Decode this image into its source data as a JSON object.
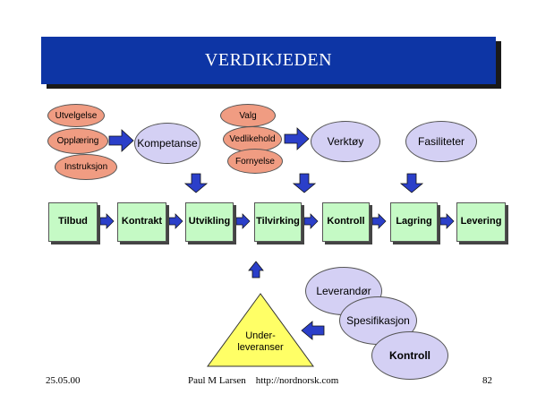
{
  "title": "VERDIKJEDEN",
  "competence_inputs": [
    "Utvelgelse",
    "Opplæring",
    "Instruksjon"
  ],
  "tool_inputs": [
    "Valg",
    "Vedlikehold",
    "Fornyelse"
  ],
  "resources": {
    "competence": "Kompetanse",
    "tools": "Verktøy",
    "facilities": "Fasiliteter"
  },
  "process_steps": [
    "Tilbud",
    "Kontrakt",
    "Utvikling",
    "Tilvirking",
    "Kontroll",
    "Lagring",
    "Levering"
  ],
  "supplier_ovals": [
    "Leverandør",
    "Spesifikasjon",
    "Kontroll"
  ],
  "subdelivery": {
    "line1": "Under-",
    "line2": "leveranser"
  },
  "footer": {
    "date": "25.05.00",
    "author": "Paul M Larsen    http://nordnorsk.com",
    "page": "82"
  },
  "colors": {
    "title_bg": "#0d35a5",
    "salmon": "#f09c82",
    "lavender": "#d4d0f4",
    "process_green": "#c5fac5",
    "arrow_blue": "#2b3fc9",
    "triangle_yellow": "#ffff66"
  },
  "icons": [
    "arrow-right-icon",
    "arrow-down-icon",
    "arrow-up-icon",
    "arrow-left-icon"
  ]
}
